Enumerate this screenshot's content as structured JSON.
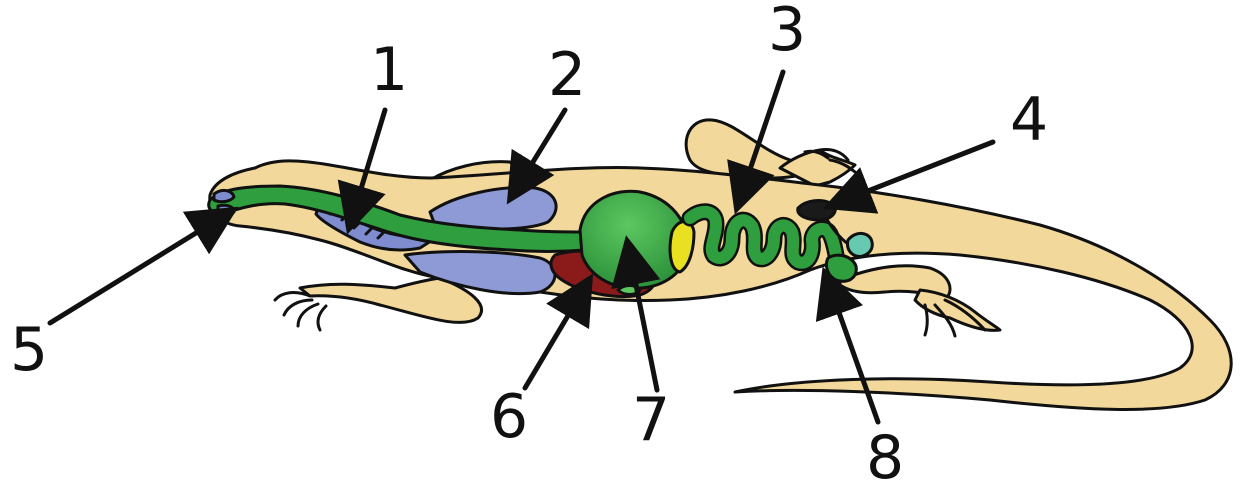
{
  "labels": {
    "l1": "1",
    "l2": "2",
    "l3": "3",
    "l4": "4",
    "l5": "5",
    "l6": "6",
    "l7": "7",
    "l8": "8"
  },
  "colors": {
    "skin": "#f2d89a",
    "digestive": "#2e9e3e",
    "stomach_highlight": "#56c45a",
    "lung": "#8e9ad6",
    "trachea": "#7f8cd0",
    "liver": "#8b1a1a",
    "gallbladder": "#e8e020",
    "kidney_dark": "#1a1a1a",
    "bladder": "#66c9b0",
    "outline": "#111111"
  }
}
